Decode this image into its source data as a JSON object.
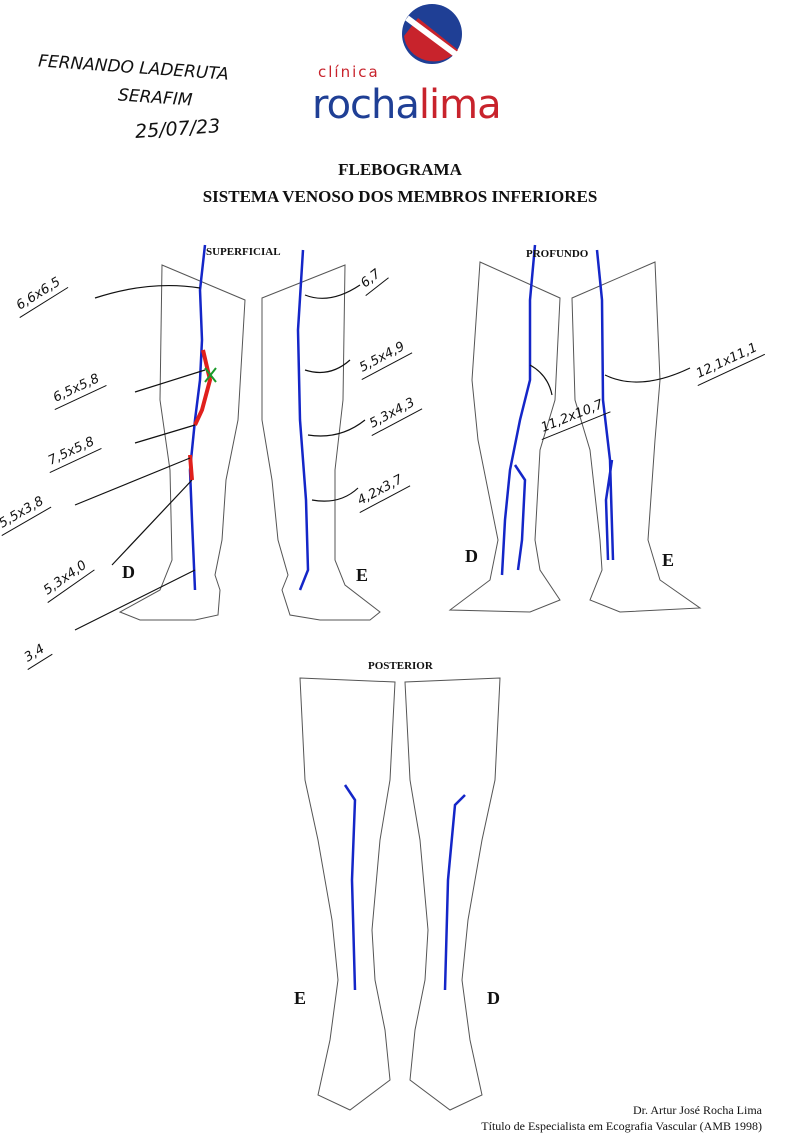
{
  "patient": {
    "name_line1": "FERNANDO LADERUTA",
    "name_line2": "SERAFIM",
    "date": "25/07/23"
  },
  "logo": {
    "small": "clínica",
    "brand_a": "rocha",
    "brand_b": "lima",
    "blue": "#1f3f95",
    "red": "#c8232c"
  },
  "document": {
    "title": "FLEBOGRAMA",
    "subtitle": "SISTEMA VENOSO DOS MEMBROS INFERIORES"
  },
  "sections": {
    "superficial": "SUPERFICIAL",
    "profundo": "PROFUNDO",
    "posterior": "POSTERIOR"
  },
  "sides": {
    "sup_right": "D",
    "sup_left": "E",
    "prof_right": "D",
    "prof_left": "E",
    "post_left": "E",
    "post_right": "D"
  },
  "measurements": {
    "superficial_D": [
      "6,6x6,5",
      "6,5x5,8",
      "7,5x5,8",
      "5,5x3,8",
      "5,3x4,0",
      "3,4"
    ],
    "superficial_E": [
      "6,7",
      "5,5x4,9",
      "5,3x4,3",
      "4,2x3,7"
    ],
    "profundo_D": [
      "11,2x10,7"
    ],
    "profundo_E": [
      "12,1x11,1"
    ]
  },
  "colors": {
    "vein": "#1426c8",
    "reflux": "#e0201c",
    "mark": "#1a9a2a"
  },
  "footer": {
    "doctor": "Dr. Artur José Rocha Lima",
    "credential": "Título de Especialista em Ecografia Vascular (AMB 1998)"
  }
}
